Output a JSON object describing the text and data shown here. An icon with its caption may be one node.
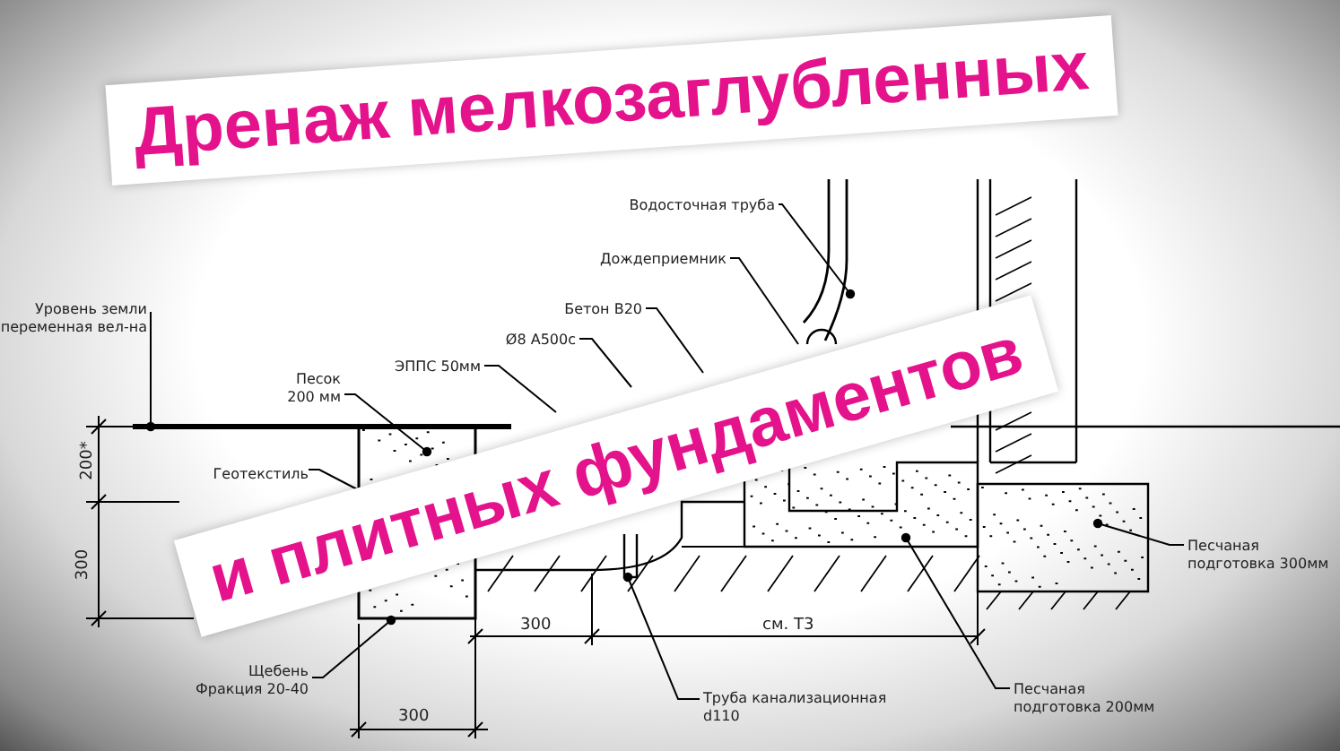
{
  "diagram": {
    "title": "Дренаж мелкозаглубленных",
    "caption": "и плитных фундаментов",
    "nodes": [
      {
        "text": [
          "Водосточная труба"
        ]
      },
      {
        "text": [
          "Дождеприемник"
        ]
      },
      {
        "text": [
          "Уровень земли переменная вел-на"
        ]
      },
      {
        "text": [
          "Бетон В20"
        ]
      },
      {
        "text": [
          "Ø8 А500с"
        ]
      },
      {
        "text": [
          "ЭППС 50мм"
        ]
      },
      {
        "text": [
          "Песок 200 мм"
        ]
      },
      {
        "text": [
          "Геотекстиль"
        ]
      },
      {
        "text": [
          "Песчаная подготовка 300мм"
        ]
      },
      {
        "text": [
          "Щебень Фракция 20-40"
        ]
      },
      {
        "text": [
          "Труба канализационная d110"
        ]
      },
      {
        "text": [
          "Песчаная подготовка 200мм"
        ]
      }
    ],
    "edges": [
      {
        "from": 0,
        "to": null,
        "arrow": "other"
      },
      {
        "from": 1,
        "to": null,
        "arrow": "none"
      },
      {
        "from": 2,
        "to": null,
        "arrow": "other"
      },
      {
        "from": 3,
        "to": null,
        "arrow": "none"
      },
      {
        "from": 4,
        "to": null,
        "arrow": "none"
      },
      {
        "from": 5,
        "to": null,
        "arrow": "none"
      },
      {
        "from": 6,
        "to": null,
        "arrow": "other"
      },
      {
        "from": 7,
        "to": null,
        "arrow": "none"
      },
      {
        "from": 8,
        "to": null,
        "arrow": "other"
      },
      {
        "from": 9,
        "to": null,
        "arrow": "other"
      },
      {
        "from": 10,
        "to": null,
        "arrow": "other"
      },
      {
        "from": 11,
        "to": null,
        "arrow": "other"
      }
    ],
    "labels": [
      "200*",
      "300",
      "300",
      "см. Т3",
      "300"
    ]
  }
}
